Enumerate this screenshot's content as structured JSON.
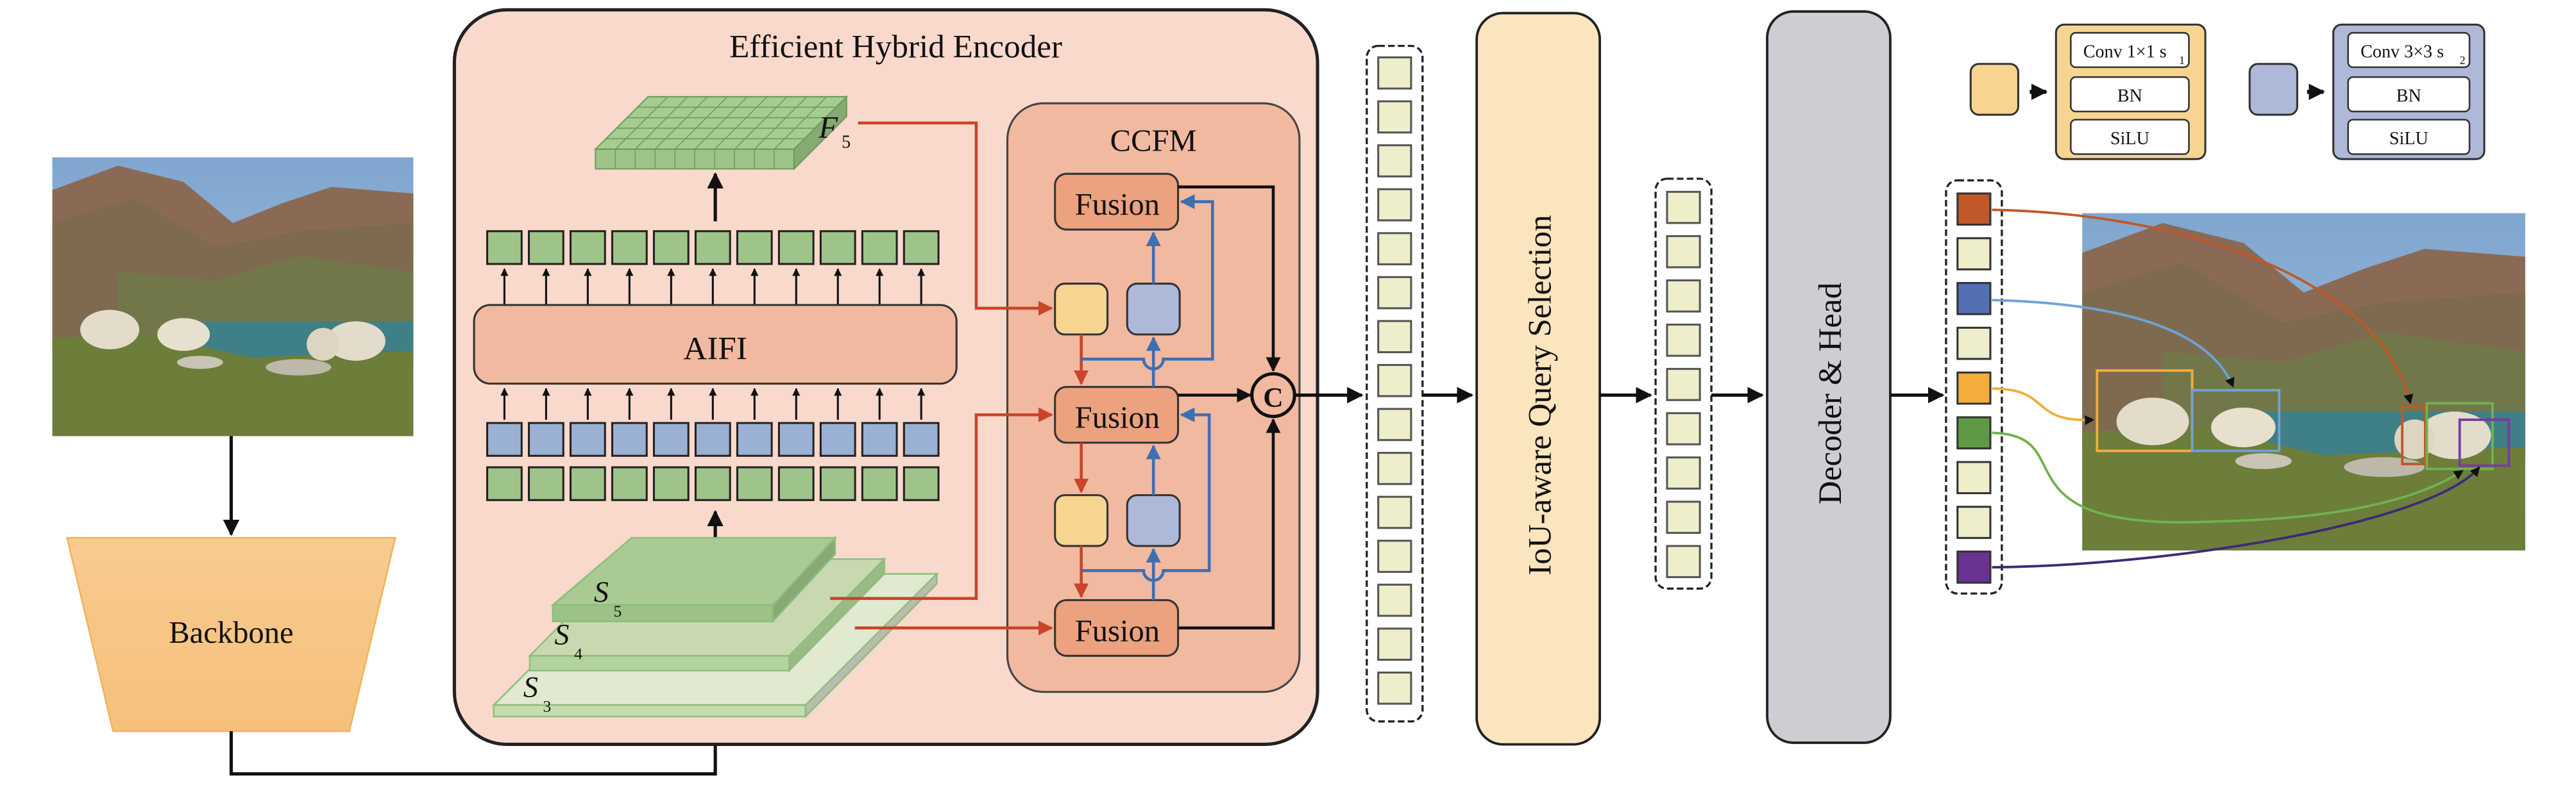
{
  "title": "RT-DETR style detection architecture",
  "backbone": {
    "label": "Backbone"
  },
  "encoder": {
    "title": "Efficient Hybrid Encoder",
    "aifi_label": "AIFI",
    "f5_label": "F",
    "f5_sub": "5",
    "scales": [
      {
        "label": "S",
        "sub": "5"
      },
      {
        "label": "S",
        "sub": "4"
      },
      {
        "label": "S",
        "sub": "3"
      }
    ],
    "token_count": 11,
    "ccfm": {
      "title": "CCFM",
      "fusion_labels": [
        "Fusion",
        "Fusion",
        "Fusion"
      ],
      "concat_symbol": "C"
    }
  },
  "query_selection": {
    "label": "IoU-aware Query Selection",
    "input_tokens": 15,
    "output_tokens": 9
  },
  "decoder": {
    "label": "Decoder & Head"
  },
  "outputs": {
    "tokens": [
      {
        "color": "#c0582a"
      },
      {
        "color": "#eeeecb"
      },
      {
        "color": "#5470b4"
      },
      {
        "color": "#eeeecb"
      },
      {
        "color": "#f2ad3a"
      },
      {
        "color": "#5e9a45"
      },
      {
        "color": "#eeeecb"
      },
      {
        "color": "#eeeecb"
      },
      {
        "color": "#6a3391"
      }
    ]
  },
  "legend": {
    "yellow_block": {
      "items": [
        "Conv 1×1 s",
        "BN",
        "SiLU"
      ],
      "conv_sub": "1",
      "color": "#f7d591"
    },
    "blue_block": {
      "items": [
        "Conv 3×3 s",
        "BN",
        "SiLU"
      ],
      "conv_sub": "2",
      "color": "#aeb8d8"
    }
  },
  "colors": {
    "encoder_bg": "#f8d9cb",
    "ccfm_bg": "#f1b9a0",
    "fusion_bg": "#eca17f",
    "aifi_bg": "#f1b9a0",
    "green_token": "#9fc48a",
    "blue_token": "#9bb1d3",
    "query_token": "#eeeecb",
    "query_sel_bg": "#fbe5bf",
    "decoder_bg": "#cdcdd4",
    "backbone_bg": "#f7c685",
    "red_arrow": "#c9442a",
    "blue_arrow": "#3d6fb5"
  }
}
